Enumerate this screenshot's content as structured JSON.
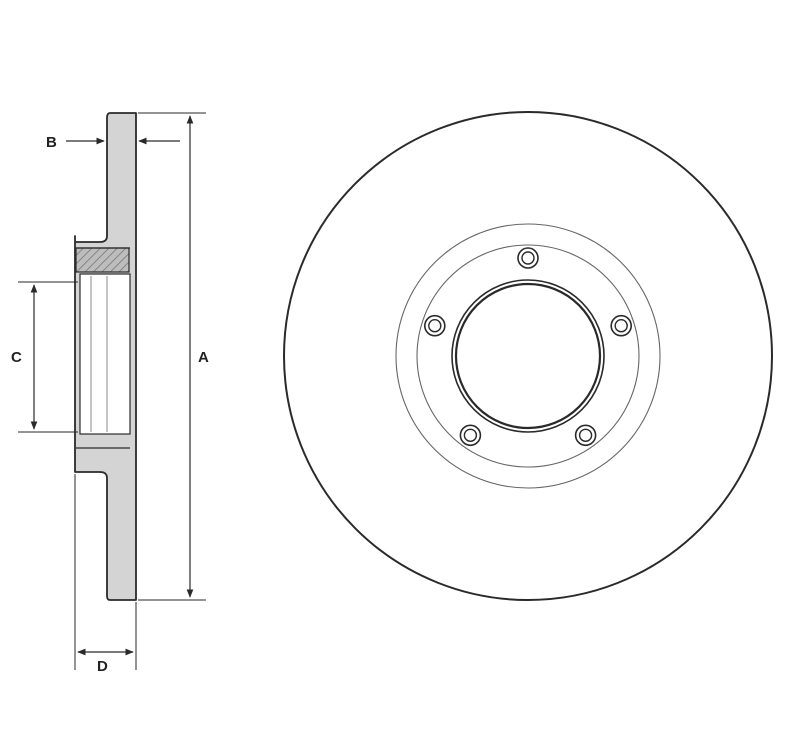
{
  "labels": {
    "a": "A",
    "b": "B",
    "c": "C",
    "d": "D"
  },
  "colors": {
    "stroke": "#2a2a2a",
    "section_fill": "#d4d4d4",
    "hatch_fill": "#bdbdbd",
    "background": "#ffffff"
  },
  "front_view": {
    "bolt_hole_count": 5
  }
}
